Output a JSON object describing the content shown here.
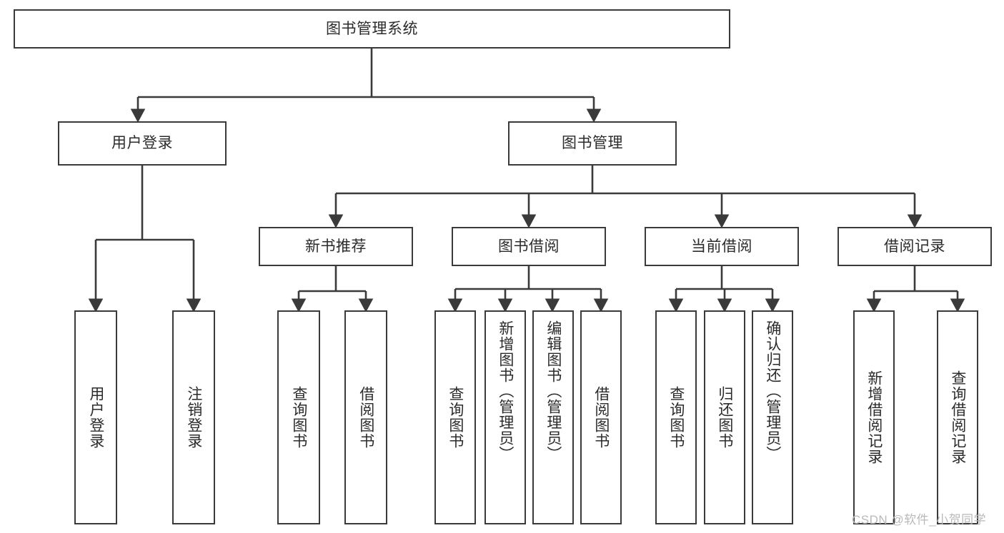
{
  "diagram": {
    "title": "图书管理系统",
    "type": "hierarchy-tree",
    "colors": {
      "border": "#3a3a3a",
      "text": "#2b2b2b",
      "background": "#ffffff",
      "edge": "#3a3a3a",
      "watermark": "#b9b9b9"
    },
    "levels": {
      "root": "图书管理系统",
      "level2": [
        "用户登录",
        "图书管理"
      ],
      "level3": [
        "新书推荐",
        "图书借阅",
        "当前借阅",
        "借阅记录"
      ]
    }
  },
  "nodes": {
    "root": {
      "label": "图书管理系统",
      "orientation": "horizontal"
    },
    "user_login": {
      "label": "用户登录",
      "orientation": "horizontal"
    },
    "book_manage": {
      "label": "图书管理",
      "orientation": "horizontal"
    },
    "new_book_rec": {
      "label": "新书推荐",
      "orientation": "horizontal"
    },
    "book_borrow": {
      "label": "图书借阅",
      "orientation": "horizontal"
    },
    "current_borrow": {
      "label": "当前借阅",
      "orientation": "horizontal"
    },
    "borrow_record": {
      "label": "借阅记录",
      "orientation": "horizontal"
    },
    "leaf_user_login": {
      "label": "用户登录",
      "orientation": "vertical"
    },
    "leaf_logout": {
      "label": "注销登录",
      "orientation": "vertical"
    },
    "leaf_rec_query": {
      "label": "查询图书",
      "orientation": "vertical"
    },
    "leaf_rec_borrow": {
      "label": "借阅图书",
      "orientation": "vertical"
    },
    "leaf_borrow_query": {
      "label": "查询图书",
      "orientation": "vertical"
    },
    "leaf_borrow_add": {
      "label": "新增图书（管理员）",
      "orientation": "vertical"
    },
    "leaf_borrow_edit": {
      "label": "编辑图书（管理员）",
      "orientation": "vertical"
    },
    "leaf_borrow_do": {
      "label": "借阅图书",
      "orientation": "vertical"
    },
    "leaf_cur_query": {
      "label": "查询图书",
      "orientation": "vertical"
    },
    "leaf_cur_return": {
      "label": "归还图书",
      "orientation": "vertical"
    },
    "leaf_cur_confirm": {
      "label": "确认归还（管理员）",
      "orientation": "vertical"
    },
    "leaf_rec_add": {
      "label": "新增借阅记录",
      "orientation": "vertical"
    },
    "leaf_rec_search": {
      "label": "查询借阅记录",
      "orientation": "vertical"
    }
  },
  "watermark": {
    "text": "CSDN @软件_小贺同学"
  }
}
